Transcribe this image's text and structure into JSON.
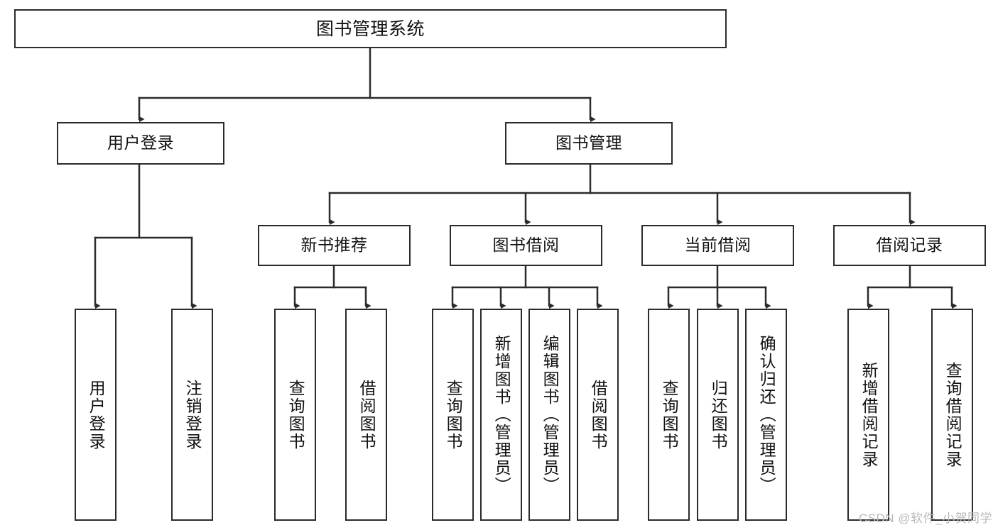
{
  "diagram": {
    "title": "图书管理系统",
    "type": "tree-hierarchy",
    "root": {
      "id": "root",
      "label": "图书管理系统"
    },
    "level2": [
      {
        "id": "user-login",
        "label": "用户登录"
      },
      {
        "id": "book-management",
        "label": "图书管理"
      }
    ],
    "level3": [
      {
        "id": "new-book-recommend",
        "label": "新书推荐",
        "parent": "book-management"
      },
      {
        "id": "book-borrow",
        "label": "图书借阅",
        "parent": "book-management"
      },
      {
        "id": "current-borrow",
        "label": "当前借阅",
        "parent": "book-management"
      },
      {
        "id": "borrow-record",
        "label": "借阅记录",
        "parent": "book-management"
      }
    ],
    "leaves": [
      {
        "id": "leaf-user-login",
        "label": "用户登录",
        "parent": "user-login"
      },
      {
        "id": "leaf-logout-login",
        "label": "注销登录",
        "parent": "user-login"
      },
      {
        "id": "leaf-query-book-1",
        "label": "查询图书",
        "parent": "new-book-recommend"
      },
      {
        "id": "leaf-borrow-book-1",
        "label": "借阅图书",
        "parent": "new-book-recommend"
      },
      {
        "id": "leaf-query-book-2",
        "label": "查询图书",
        "parent": "book-borrow"
      },
      {
        "id": "leaf-add-book",
        "label": "新增图书（管理员）",
        "parent": "book-borrow"
      },
      {
        "id": "leaf-edit-book",
        "label": "编辑图书（管理员）",
        "parent": "book-borrow"
      },
      {
        "id": "leaf-borrow-book-2",
        "label": "借阅图书",
        "parent": "book-borrow"
      },
      {
        "id": "leaf-query-book-3",
        "label": "查询图书",
        "parent": "current-borrow"
      },
      {
        "id": "leaf-return-book",
        "label": "归还图书",
        "parent": "current-borrow"
      },
      {
        "id": "leaf-confirm-return",
        "label": "确认归还（管理员）",
        "parent": "current-borrow"
      },
      {
        "id": "leaf-add-record",
        "label": "新增借阅记录",
        "parent": "borrow-record"
      },
      {
        "id": "leaf-query-record",
        "label": "查询借阅记录",
        "parent": "borrow-record"
      }
    ],
    "watermark": "CSDN @软件_小贺同学",
    "colors": {
      "stroke": "#2b2b2b",
      "fill": "#ffffff",
      "text": "#111111",
      "watermark": "#b9b9b9"
    }
  }
}
